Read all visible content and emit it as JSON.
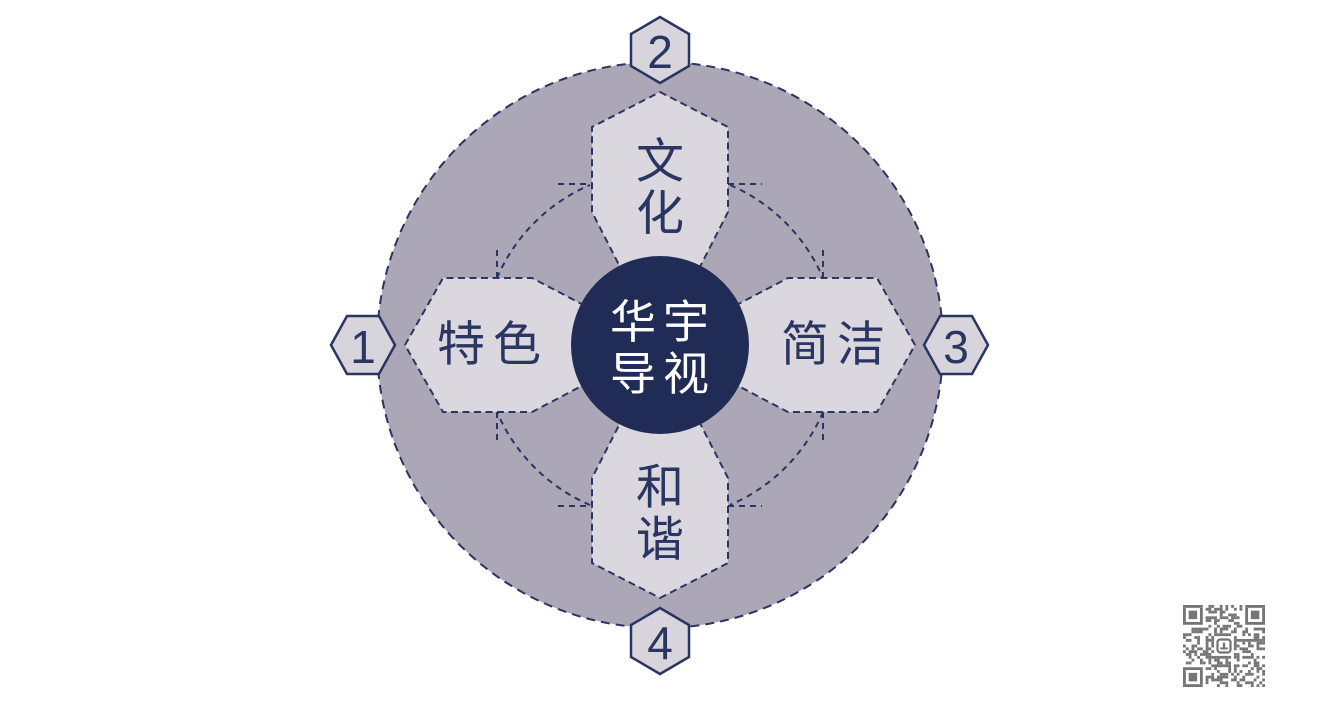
{
  "center": {
    "lines": [
      "华宇",
      "导视"
    ]
  },
  "petals": {
    "top": {
      "chars": [
        "文",
        "化"
      ]
    },
    "right": {
      "label": "简洁"
    },
    "bottom": {
      "chars": [
        "和",
        "谐"
      ]
    },
    "left": {
      "label": "特色"
    }
  },
  "markers": {
    "top": "2",
    "right": "3",
    "bottom": "4",
    "left": "1"
  },
  "colors": {
    "bg": "#ffffff",
    "ring": "#aca7b6",
    "petal": "#dad7df",
    "marker": "#d7d4dc",
    "navy": "#2b3562",
    "center": "#202c55",
    "qr": "#757575"
  }
}
